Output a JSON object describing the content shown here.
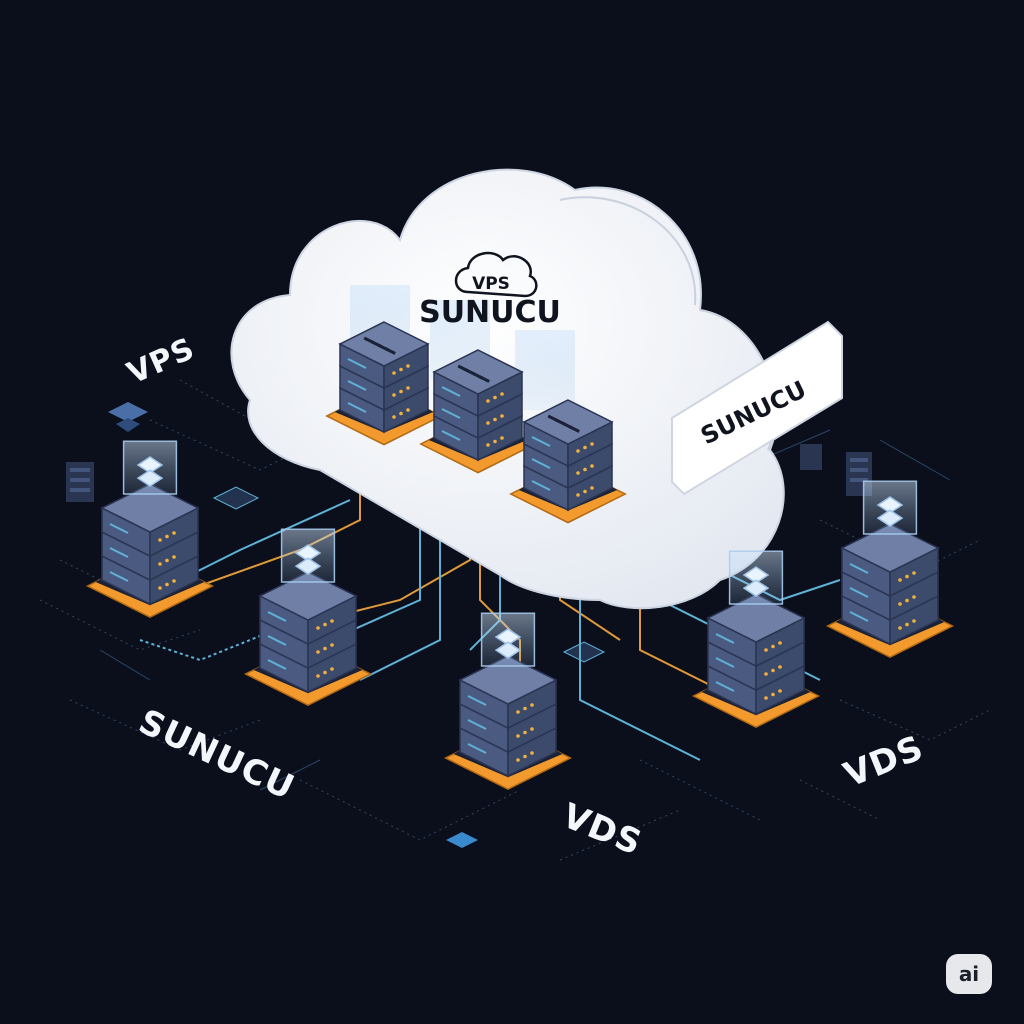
{
  "cloud": {
    "badge_text": "VPS",
    "title": "SUNUCU"
  },
  "tag": {
    "text": "SUNUCU"
  },
  "labels": {
    "vps": "VPS",
    "sunucu": "SUNUCU",
    "vds_center": "VDS",
    "vds_right": "VDS"
  },
  "badge": {
    "text": "ai"
  },
  "colors": {
    "background": "#0b0f1c",
    "cloud": "#f4f6fa",
    "server_body": "#4b5a80",
    "server_top": "#6f7fa6",
    "server_pad": "#f29a2e",
    "line_blue": "#5fb2d6",
    "line_orange": "#e09a38",
    "hologram": "#bcd6f0"
  }
}
